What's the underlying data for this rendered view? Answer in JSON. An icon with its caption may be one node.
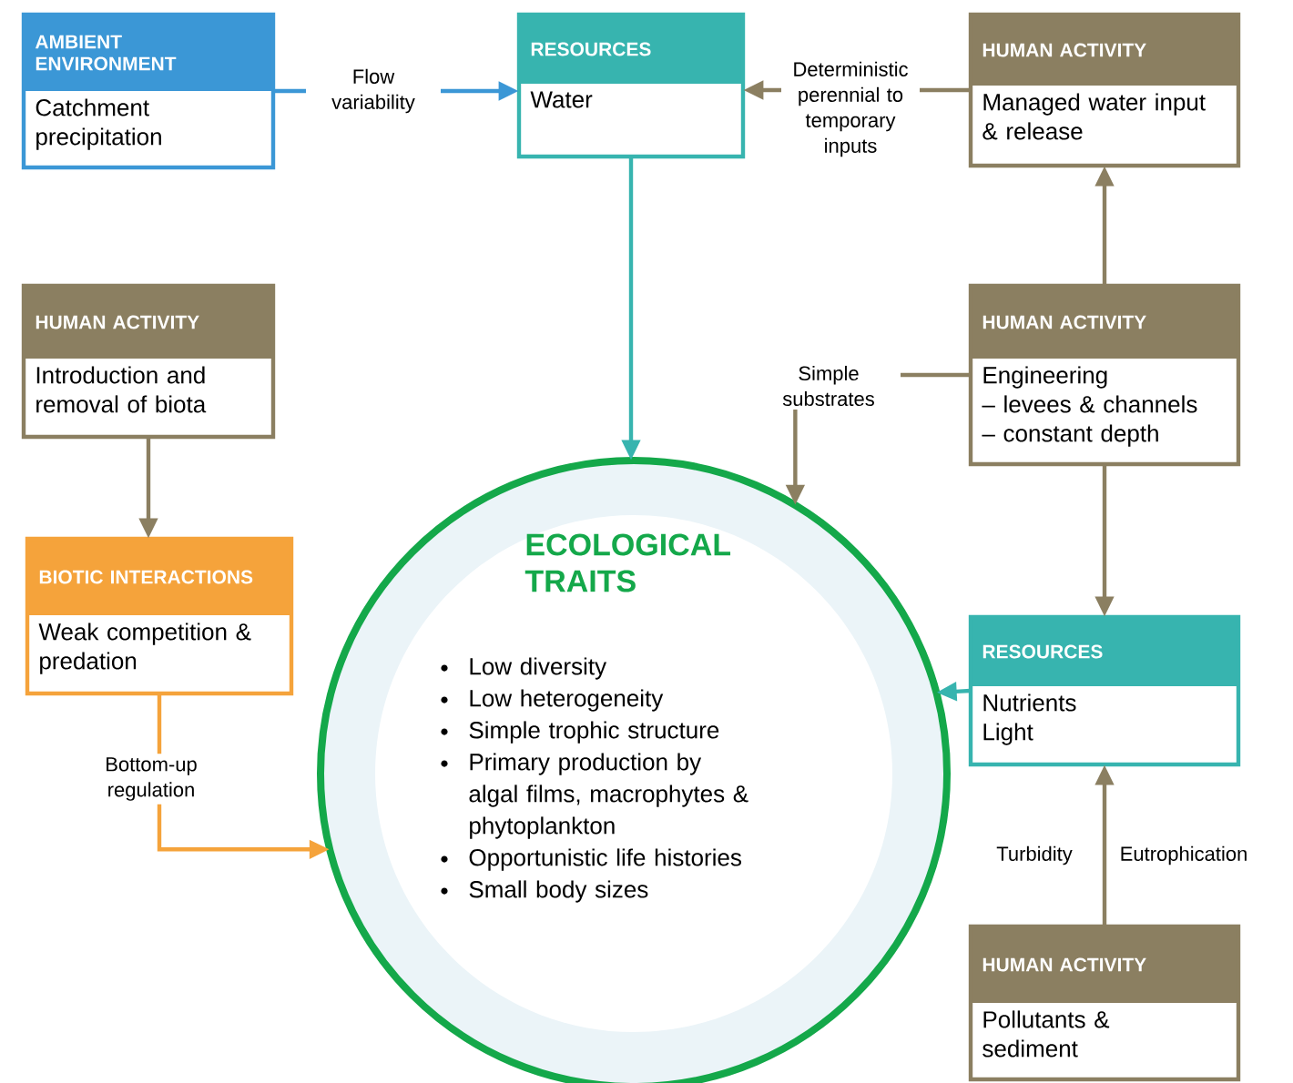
{
  "diagram": {
    "nodes": [
      {
        "text": [
          "AMBIENT ENVIRONMENT",
          "Catchment precipitation"
        ]
      },
      {
        "text": [
          "RESOURCES",
          "Water"
        ]
      },
      {
        "text": [
          "HUMAN ACTIVITY",
          "Managed water input & release"
        ]
      },
      {
        "text": [
          "HUMAN ACTIVITY",
          "Introduction and removal of biota"
        ]
      },
      {
        "text": [
          "HUMAN ACTIVITY",
          "Engineering",
          "– levees & channels",
          "– constant depth"
        ]
      },
      {
        "text": [
          "BIOTIC INTERACTIONS",
          "Weak competition & predation"
        ]
      },
      {
        "text": [
          "ECOLOGICAL TRAITS",
          "Low diversity",
          "Low heterogeneity",
          "Simple trophic structure",
          "Primary production by algal films, macrophytes & phytoplankton",
          "Opportunistic life histories",
          "Small body sizes"
        ]
      },
      {
        "text": [
          "RESOURCES",
          "Nutrients",
          "Light"
        ]
      },
      {
        "text": [
          "HUMAN ACTIVITY",
          "Pollutants & sediment"
        ]
      }
    ],
    "edges": [
      {
        "from": 0,
        "to": 1,
        "arrow": "to",
        "label": "Flow variability",
        "color": "#3b97d6"
      },
      {
        "from": 2,
        "to": 1,
        "arrow": "to",
        "label": "Deterministic perennial to temporary inputs"
      },
      {
        "from": 4,
        "to": 2,
        "arrow": "to"
      },
      {
        "from": 1,
        "to": 6,
        "arrow": "to",
        "color": "#37b4af"
      },
      {
        "from": 4,
        "to": 6,
        "arrow": "to",
        "label": "Simple substrates"
      },
      {
        "from": 3,
        "to": 5,
        "arrow": "to"
      },
      {
        "from": 5,
        "to": 6,
        "arrow": "to",
        "label": "Bottom-up regulation",
        "color": "#f5a33b"
      },
      {
        "from": 4,
        "to": 7,
        "arrow": "to"
      },
      {
        "from": 7,
        "to": 6,
        "arrow": "to",
        "color": "#37b4af"
      },
      {
        "from": 8,
        "to": 7,
        "arrow": "to",
        "label": "Turbidity"
      }
    ],
    "labels": [
      "Eutrophication"
    ]
  }
}
